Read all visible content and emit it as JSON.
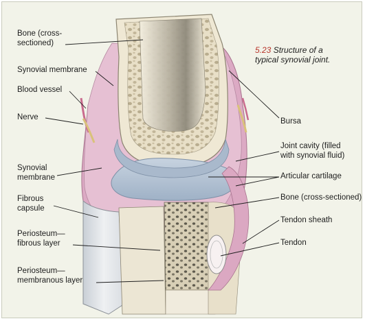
{
  "caption": {
    "number": "5.23",
    "line1": "Structure of a",
    "line2": "typical synovial joint."
  },
  "labels": {
    "bone_top": [
      "Bone (cross-",
      "sectioned)"
    ],
    "synovial_membrane_top": "Synovial membrane",
    "blood_vessel": "Blood vessel",
    "nerve": "Nerve",
    "synovial_membrane_left": [
      "Synovial",
      "membrane"
    ],
    "fibrous_capsule": [
      "Fibrous",
      "capsule"
    ],
    "periosteum_fibrous": [
      "Periosteum—",
      "fibrous layer"
    ],
    "periosteum_membranous": [
      "Periosteum—",
      "membranous layer"
    ],
    "bursa": "Bursa",
    "joint_cavity": [
      "Joint cavity (filled",
      "with synovial fluid)"
    ],
    "articular_cartilage": "Articular cartilage",
    "bone_right": "Bone (cross-sectioned)",
    "tendon_sheath": "Tendon sheath",
    "tendon": "Tendon"
  },
  "colors": {
    "background": "#f2f3e9",
    "capsule": "#d9a7c1",
    "cartilage": "#b5c3d4",
    "bone": "#ece4cf",
    "tendon": "#f4ecec"
  }
}
